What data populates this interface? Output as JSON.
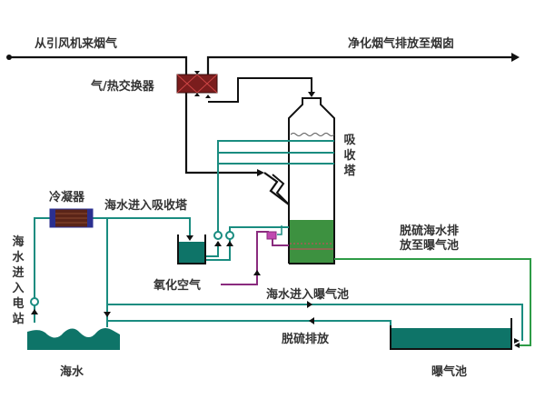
{
  "title": "海水脱硫工艺流程图",
  "labels": {
    "flue_gas_in": "从引风机来烟气",
    "clean_gas_out": "净化烟气排放至烟囱",
    "gas_heat_exchanger": "气/热交换器",
    "absorber": "吸收塔",
    "condenser": "冷凝器",
    "seawater_to_absorber": "海水进入吸收塔",
    "seawater_to_plant": "海水进入电站",
    "oxidation_air": "氧化空气",
    "desulf_seawater_to_pond": "脱硫海水排放至曝气池",
    "desulf_seawater_line1": "脱硫海水排",
    "desulf_seawater_line2": "放至曝气池",
    "seawater_to_aeration": "海水进入曝气池",
    "desulf_discharge": "脱硫排放",
    "seawater": "海水",
    "aeration_pond": "曝气池"
  },
  "colors": {
    "gas_line": "#111111",
    "water_line": "#1a8c80",
    "discharge_line": "#2e9b46",
    "air_line": "#8a2b7e",
    "seawater_fill": "#0e7468",
    "absorber_liquid": "#3d9140",
    "exchanger_fill": "#7a1d1d",
    "condenser_fill": "#5a2418",
    "condenser_frame": "#2b2f8f"
  }
}
